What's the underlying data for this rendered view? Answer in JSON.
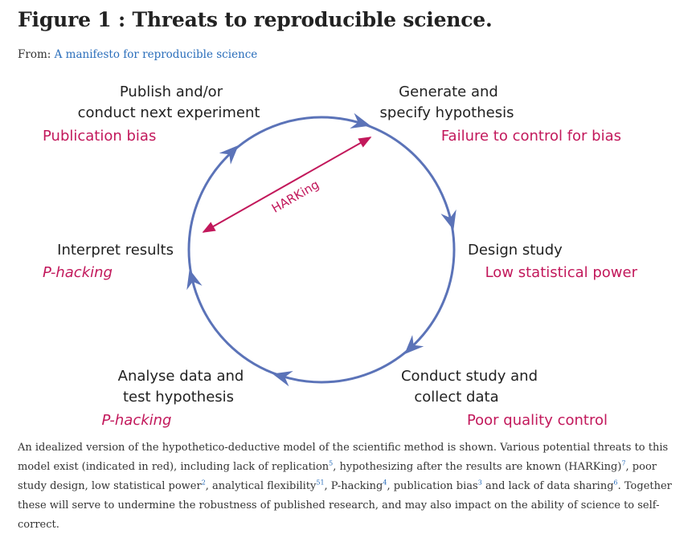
{
  "figure": {
    "title": "Figure 1 : Threats to reproducible science.",
    "from_prefix": "From:",
    "from_link": "A manifesto for reproducible science"
  },
  "diagram": {
    "colors": {
      "cycle": "#5b73b8",
      "threat": "#c2185b",
      "text": "#222222"
    },
    "stages": [
      {
        "id": "publish",
        "lines": [
          "Publish and/or",
          "conduct next experiment"
        ],
        "threat": "Publication bias"
      },
      {
        "id": "generate",
        "lines": [
          "Generate and",
          "specify hypothesis"
        ],
        "threat": "Failure to control for bias"
      },
      {
        "id": "design",
        "lines": [
          "Design study"
        ],
        "threat": "Low statistical power"
      },
      {
        "id": "conduct",
        "lines": [
          "Conduct study and",
          "collect data"
        ],
        "threat": "Poor quality control"
      },
      {
        "id": "analyse",
        "lines": [
          "Analyse data and",
          "test hypothesis"
        ],
        "threat": "P-hacking"
      },
      {
        "id": "interpret",
        "lines": [
          "Interpret results"
        ],
        "threat": "P-hacking"
      }
    ],
    "harking_label": "HARKing"
  },
  "caption": {
    "s1": "An idealized version of the hypothetico-deductive model of the scientific method is shown. Various potential threats to this model exist (indicated in red), including lack of replication",
    "r1": "5",
    "s2": ", hypothesizing after the results are known (HARKing)",
    "r2": "7",
    "s3": ", poor study design, low statistical power",
    "r3": "2",
    "s4": ", analytical flexibility",
    "r4": "51",
    "s5": ", P-hacking",
    "r5": "4",
    "s6": ", publication bias",
    "r6": "3",
    "s7": " and lack of data sharing",
    "r7": "6",
    "s8": ". Together these will serve to undermine the robustness of published research, and may also impact on the ability of science to self-correct."
  }
}
